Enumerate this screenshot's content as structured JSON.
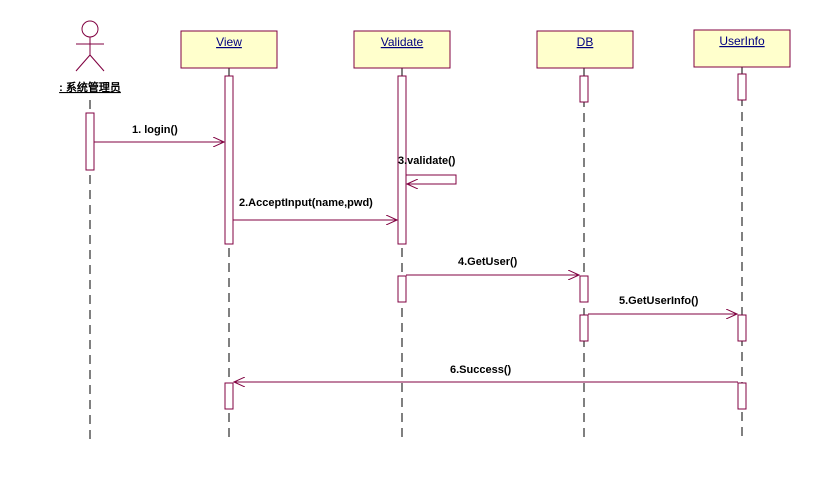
{
  "actor": {
    "label": ": 系统管理员"
  },
  "objects": [
    {
      "id": "view",
      "label": "View"
    },
    {
      "id": "validate",
      "label": "Validate"
    },
    {
      "id": "db",
      "label": "DB"
    },
    {
      "id": "userinfo",
      "label": "UserInfo"
    }
  ],
  "messages": [
    {
      "id": "m1",
      "label": "1. login()"
    },
    {
      "id": "m2",
      "label": "2.AcceptInput(name,pwd)"
    },
    {
      "id": "m3",
      "label": "3.validate()"
    },
    {
      "id": "m4",
      "label": "4.GetUser()"
    },
    {
      "id": "m5",
      "label": "5.GetUserInfo()"
    },
    {
      "id": "m6",
      "label": "6.Success()"
    }
  ],
  "colors": {
    "box_fill": "#ffffcc",
    "line": "#800040",
    "object_text": "#000080",
    "text": "#000000"
  }
}
